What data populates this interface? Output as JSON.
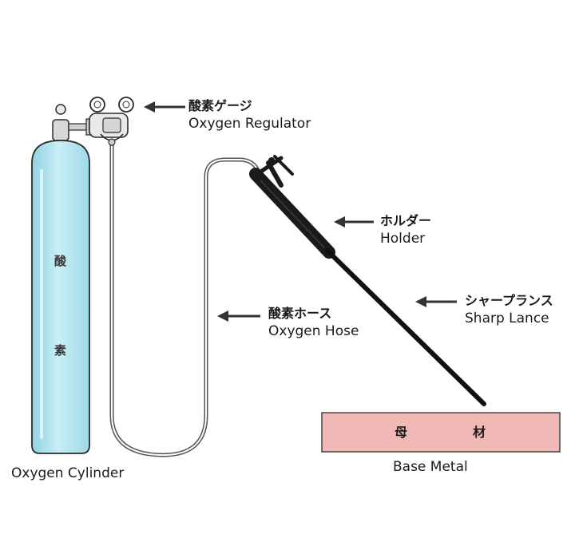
{
  "colors": {
    "cylinder_fill": "#b9e8f2",
    "cylinder_edge": "#2b2b2b",
    "hose": "#555555",
    "lance": "#111111",
    "base_metal_fill": "#f0b9b6",
    "arrow": "#333333",
    "background": "#ffffff"
  },
  "cylinder": {
    "chars": [
      "酸",
      "素"
    ],
    "caption": "Oxygen Cylinder"
  },
  "labels": {
    "regulator": {
      "jp": "酸素ゲージ",
      "en": "Oxygen Regulator",
      "pointer": "left-arrow-icon"
    },
    "holder": {
      "jp": "ホルダー",
      "en": "Holder",
      "pointer": "left-arrow-icon"
    },
    "lance": {
      "jp": "シャープランス",
      "en": "Sharp Lance",
      "pointer": "left-arrow-icon"
    },
    "hose": {
      "jp": "酸素ホース",
      "en": "Oxygen Hose",
      "pointer": "left-arrow-icon"
    }
  },
  "base_metal": {
    "chars": [
      "母",
      "材"
    ],
    "caption": "Base Metal"
  }
}
